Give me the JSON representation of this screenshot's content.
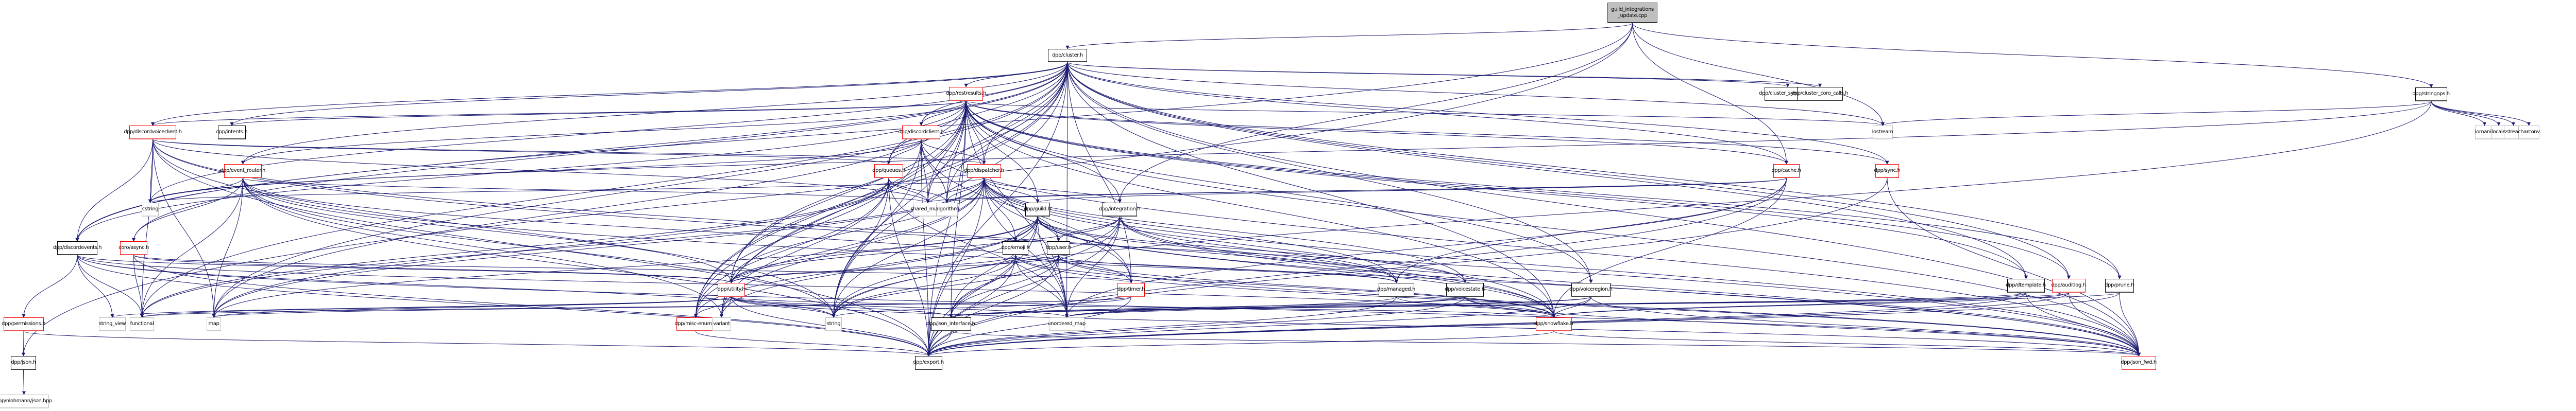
{
  "title": "guild_integrations_update.cpp include dependency graph",
  "colors": {
    "edge": "#191970",
    "root_fill": "#bfbfbf",
    "truncated_border": "#ff0000",
    "external_border": "#bfbfbf"
  },
  "nodes": {
    "root": {
      "label": "guild_integrations\n_update.cpp",
      "kind": "root"
    },
    "cluster": {
      "label": "dpp/cluster.h",
      "kind": "normal"
    },
    "stringops": {
      "label": "dpp/stringops.h",
      "kind": "normal"
    },
    "restresults": {
      "label": "dpp/restresults.h",
      "kind": "red"
    },
    "cluster_sync_calls": {
      "label": "dpp/cluster_sync_calls.h",
      "kind": "normal"
    },
    "cluster_coro_calls": {
      "label": "dpp/cluster_coro_calls.h",
      "kind": "normal"
    },
    "discordvoiceclient": {
      "label": "dpp/discordvoiceclient.h",
      "kind": "red"
    },
    "intents": {
      "label": "dpp/intents.h",
      "kind": "normal"
    },
    "discordclient": {
      "label": "dpp/discordclient.h",
      "kind": "red"
    },
    "iostream": {
      "label": "iostream",
      "kind": "ext"
    },
    "iomanip": {
      "label": "iomanip",
      "kind": "ext"
    },
    "locale": {
      "label": "locale",
      "kind": "ext"
    },
    "sstream": {
      "label": "sstream",
      "kind": "ext"
    },
    "charconv": {
      "label": "charconv",
      "kind": "ext"
    },
    "event_router": {
      "label": "dpp/event_router.h",
      "kind": "red"
    },
    "queues": {
      "label": "dpp/queues.h",
      "kind": "red"
    },
    "dispatcher": {
      "label": "dpp/dispatcher.h",
      "kind": "red"
    },
    "cache": {
      "label": "dpp/cache.h",
      "kind": "red"
    },
    "sync": {
      "label": "dpp/sync.h",
      "kind": "red"
    },
    "cstring": {
      "label": "cstring",
      "kind": "ext"
    },
    "shared_mutex": {
      "label": "shared_mutex",
      "kind": "ext"
    },
    "algorithm": {
      "label": "algorithm",
      "kind": "ext"
    },
    "guild": {
      "label": "dpp/guild.h",
      "kind": "normal"
    },
    "integration": {
      "label": "dpp/integration.h",
      "kind": "normal"
    },
    "discordevents": {
      "label": "dpp/discordevents.h",
      "kind": "normal"
    },
    "async": {
      "label": "coro/async.h",
      "kind": "red"
    },
    "emoji": {
      "label": "dpp/emoji.h",
      "kind": "normal"
    },
    "user": {
      "label": "dpp/user.h",
      "kind": "normal"
    },
    "timer": {
      "label": "dpp/timer.h",
      "kind": "red"
    },
    "utility": {
      "label": "dpp/utility.h",
      "kind": "red"
    },
    "managed": {
      "label": "dpp/managed.h",
      "kind": "normal"
    },
    "voicestate": {
      "label": "dpp/voicestate.h",
      "kind": "normal"
    },
    "voiceregion": {
      "label": "dpp/voiceregion.h",
      "kind": "normal"
    },
    "dtemplate": {
      "label": "dpp/dtemplate.h",
      "kind": "normal"
    },
    "auditlog": {
      "label": "dpp/auditlog.h",
      "kind": "red"
    },
    "prune": {
      "label": "dpp/prune.h",
      "kind": "normal"
    },
    "permissions": {
      "label": "dpp/permissions.h",
      "kind": "red"
    },
    "string_view": {
      "label": "string_view",
      "kind": "ext"
    },
    "functional": {
      "label": "functional",
      "kind": "ext"
    },
    "map": {
      "label": "map",
      "kind": "ext"
    },
    "misc_enum": {
      "label": "dpp/misc-enum.h",
      "kind": "red"
    },
    "variant": {
      "label": "variant",
      "kind": "ext"
    },
    "string": {
      "label": "string",
      "kind": "ext"
    },
    "json_interface": {
      "label": "dpp/json_interface.h",
      "kind": "normal"
    },
    "unordered_map": {
      "label": "unordered_map",
      "kind": "ext"
    },
    "snowflake": {
      "label": "dpp/snowflake.h",
      "kind": "red"
    },
    "json": {
      "label": "dpp/json.h",
      "kind": "normal"
    },
    "export": {
      "label": "dpp/export.h",
      "kind": "normal"
    },
    "json_fwd": {
      "label": "dpp/json_fwd.h",
      "kind": "red"
    },
    "nlohmann": {
      "label": "dpp/nlohmann/json.hpp",
      "kind": "ext"
    }
  },
  "edges": [
    [
      "root",
      "cluster"
    ],
    [
      "root",
      "stringops"
    ],
    [
      "root",
      "discordevents"
    ],
    [
      "root",
      "json"
    ],
    [
      "root",
      "integration"
    ],
    [
      "root",
      "cache"
    ],
    [
      "root",
      "iostream"
    ],
    [
      "cluster",
      "restresults"
    ],
    [
      "cluster",
      "cluster_sync_calls"
    ],
    [
      "cluster",
      "cluster_coro_calls"
    ],
    [
      "cluster",
      "discordvoiceclient"
    ],
    [
      "cluster",
      "intents"
    ],
    [
      "cluster",
      "discordclient"
    ],
    [
      "cluster",
      "iostream"
    ],
    [
      "cluster",
      "event_router"
    ],
    [
      "cluster",
      "queues"
    ],
    [
      "cluster",
      "dispatcher"
    ],
    [
      "cluster",
      "cache"
    ],
    [
      "cluster",
      "sync"
    ],
    [
      "cluster",
      "cstring"
    ],
    [
      "cluster",
      "shared_mutex"
    ],
    [
      "cluster",
      "algorithm"
    ],
    [
      "cluster",
      "timer"
    ],
    [
      "cluster",
      "utility"
    ],
    [
      "cluster",
      "json_fwd"
    ],
    [
      "cluster",
      "export"
    ],
    [
      "cluster",
      "snowflake"
    ],
    [
      "cluster",
      "misc_enum"
    ],
    [
      "cluster",
      "map"
    ],
    [
      "cluster",
      "functional"
    ],
    [
      "cluster",
      "string"
    ],
    [
      "cluster",
      "variant"
    ],
    [
      "cluster",
      "unordered_map"
    ],
    [
      "cluster",
      "async"
    ],
    [
      "cluster",
      "discordevents"
    ],
    [
      "cluster",
      "voiceregion"
    ],
    [
      "cluster",
      "dtemplate"
    ],
    [
      "cluster",
      "auditlog"
    ],
    [
      "cluster",
      "prune"
    ],
    [
      "stringops",
      "iostream"
    ],
    [
      "stringops",
      "iomanip"
    ],
    [
      "stringops",
      "locale"
    ],
    [
      "stringops",
      "sstream"
    ],
    [
      "stringops",
      "charconv"
    ],
    [
      "stringops",
      "string"
    ],
    [
      "stringops",
      "cstring"
    ],
    [
      "restresults",
      "discordclient"
    ],
    [
      "restresults",
      "queues"
    ],
    [
      "restresults",
      "dispatcher"
    ],
    [
      "restresults",
      "shared_mutex"
    ],
    [
      "restresults",
      "algorithm"
    ],
    [
      "restresults",
      "iostream"
    ],
    [
      "restresults",
      "cache"
    ],
    [
      "restresults",
      "guild"
    ],
    [
      "restresults",
      "integration"
    ],
    [
      "restresults",
      "voiceregion"
    ],
    [
      "restresults",
      "dtemplate"
    ],
    [
      "restresults",
      "auditlog"
    ],
    [
      "restresults",
      "prune"
    ],
    [
      "restresults",
      "sync"
    ],
    [
      "restresults",
      "export"
    ],
    [
      "restresults",
      "json_fwd"
    ],
    [
      "restresults",
      "snowflake"
    ],
    [
      "restresults",
      "json_interface"
    ],
    [
      "restresults",
      "misc_enum"
    ],
    [
      "restresults",
      "string"
    ],
    [
      "restresults",
      "map"
    ],
    [
      "restresults",
      "variant"
    ],
    [
      "restresults",
      "intents"
    ],
    [
      "restresults",
      "discordvoiceclient"
    ],
    [
      "restresults",
      "event_router"
    ],
    [
      "restresults",
      "discordevents"
    ],
    [
      "restresults",
      "utility"
    ],
    [
      "restresults",
      "unordered_map"
    ],
    [
      "discordvoiceclient",
      "cstring"
    ],
    [
      "discordvoiceclient",
      "discordevents"
    ],
    [
      "discordvoiceclient",
      "dispatcher"
    ],
    [
      "discordvoiceclient",
      "queues"
    ],
    [
      "discordvoiceclient",
      "export"
    ],
    [
      "discordvoiceclient",
      "json_fwd"
    ],
    [
      "discordvoiceclient",
      "map"
    ],
    [
      "discordvoiceclient",
      "functional"
    ],
    [
      "discordvoiceclient",
      "snowflake"
    ],
    [
      "discordvoiceclient",
      "shared_mutex"
    ],
    [
      "discordvoiceclient",
      "string"
    ],
    [
      "discordclient",
      "dispatcher"
    ],
    [
      "discordclient",
      "shared_mutex"
    ],
    [
      "discordclient",
      "cstring"
    ],
    [
      "discordclient",
      "algorithm"
    ],
    [
      "discordclient",
      "queues"
    ],
    [
      "discordclient",
      "json_fwd"
    ],
    [
      "discordclient",
      "export"
    ],
    [
      "discordclient",
      "string"
    ],
    [
      "discordclient",
      "timer"
    ],
    [
      "discordclient",
      "misc_enum"
    ],
    [
      "event_router",
      "cstring"
    ],
    [
      "event_router",
      "export"
    ],
    [
      "event_router",
      "string"
    ],
    [
      "event_router",
      "map"
    ],
    [
      "event_router",
      "variant"
    ],
    [
      "event_router",
      "utility"
    ],
    [
      "event_router",
      "json_fwd"
    ],
    [
      "event_router",
      "functional"
    ],
    [
      "event_router",
      "async"
    ],
    [
      "event_router",
      "timer"
    ],
    [
      "event_router",
      "shared_mutex"
    ],
    [
      "queues",
      "shared_mutex"
    ],
    [
      "queues",
      "algorithm"
    ],
    [
      "queues",
      "export"
    ],
    [
      "queues",
      "string"
    ],
    [
      "queues",
      "map"
    ],
    [
      "queues",
      "functional"
    ],
    [
      "queues",
      "unordered_map"
    ],
    [
      "queues",
      "variant"
    ],
    [
      "queues",
      "misc_enum"
    ],
    [
      "dispatcher",
      "guild"
    ],
    [
      "dispatcher",
      "emoji"
    ],
    [
      "dispatcher",
      "user"
    ],
    [
      "dispatcher",
      "integration"
    ],
    [
      "dispatcher",
      "algorithm"
    ],
    [
      "dispatcher",
      "shared_mutex"
    ],
    [
      "dispatcher",
      "export"
    ],
    [
      "dispatcher",
      "snowflake"
    ],
    [
      "dispatcher",
      "json_fwd"
    ],
    [
      "dispatcher",
      "string"
    ],
    [
      "dispatcher",
      "map"
    ],
    [
      "dispatcher",
      "variant"
    ],
    [
      "dispatcher",
      "functional"
    ],
    [
      "dispatcher",
      "cstring"
    ],
    [
      "dispatcher",
      "misc_enum"
    ],
    [
      "dispatcher",
      "utility"
    ],
    [
      "dispatcher",
      "unordered_map"
    ],
    [
      "dispatcher",
      "managed"
    ],
    [
      "dispatcher",
      "voicestate"
    ],
    [
      "dispatcher",
      "timer"
    ],
    [
      "cache",
      "managed"
    ],
    [
      "cache",
      "export"
    ],
    [
      "cache",
      "snowflake"
    ],
    [
      "cache",
      "unordered_map"
    ],
    [
      "cache",
      "shared_mutex"
    ],
    [
      "cache",
      "guild"
    ],
    [
      "cache",
      "algorithm"
    ],
    [
      "sync",
      "export"
    ],
    [
      "sync",
      "json_fwd"
    ],
    [
      "guild",
      "emoji"
    ],
    [
      "guild",
      "user"
    ],
    [
      "guild",
      "managed"
    ],
    [
      "guild",
      "voicestate"
    ],
    [
      "guild",
      "snowflake"
    ],
    [
      "guild",
      "export"
    ],
    [
      "guild",
      "json_fwd"
    ],
    [
      "guild",
      "json_interface"
    ],
    [
      "guild",
      "unordered_map"
    ],
    [
      "guild",
      "string"
    ],
    [
      "guild",
      "utility"
    ],
    [
      "guild",
      "misc_enum"
    ],
    [
      "guild",
      "map"
    ],
    [
      "guild",
      "variant"
    ],
    [
      "integration",
      "user"
    ],
    [
      "integration",
      "managed"
    ],
    [
      "integration",
      "snowflake"
    ],
    [
      "integration",
      "export"
    ],
    [
      "integration",
      "json_fwd"
    ],
    [
      "integration",
      "json_interface"
    ],
    [
      "integration",
      "unordered_map"
    ],
    [
      "integration",
      "string"
    ],
    [
      "integration",
      "utility"
    ],
    [
      "discordevents",
      "export"
    ],
    [
      "discordevents",
      "json_fwd"
    ],
    [
      "discordevents",
      "string"
    ],
    [
      "discordevents",
      "string_view"
    ],
    [
      "discordevents",
      "functional"
    ],
    [
      "discordevents",
      "utility"
    ],
    [
      "discordevents",
      "snowflake"
    ],
    [
      "async",
      "timer"
    ],
    [
      "async",
      "functional"
    ],
    [
      "async",
      "utility"
    ],
    [
      "async",
      "export"
    ],
    [
      "emoji",
      "managed"
    ],
    [
      "emoji",
      "snowflake"
    ],
    [
      "emoji",
      "export"
    ],
    [
      "emoji",
      "json_fwd"
    ],
    [
      "emoji",
      "json_interface"
    ],
    [
      "emoji",
      "string"
    ],
    [
      "emoji",
      "unordered_map"
    ],
    [
      "emoji",
      "utility"
    ],
    [
      "user",
      "managed"
    ],
    [
      "user",
      "snowflake"
    ],
    [
      "user",
      "export"
    ],
    [
      "user",
      "json_fwd"
    ],
    [
      "user",
      "json_interface"
    ],
    [
      "user",
      "unordered_map"
    ],
    [
      "user",
      "string"
    ],
    [
      "user",
      "utility"
    ],
    [
      "timer",
      "map"
    ],
    [
      "timer",
      "functional"
    ],
    [
      "timer",
      "export"
    ],
    [
      "timer",
      "string"
    ],
    [
      "utility",
      "misc_enum"
    ],
    [
      "utility",
      "variant"
    ],
    [
      "utility",
      "string"
    ],
    [
      "utility",
      "export"
    ],
    [
      "utility",
      "string_view"
    ],
    [
      "utility",
      "functional"
    ],
    [
      "utility",
      "map"
    ],
    [
      "utility",
      "snowflake"
    ],
    [
      "utility",
      "json_fwd"
    ],
    [
      "utility",
      "unordered_map"
    ],
    [
      "utility",
      "json_interface"
    ],
    [
      "managed",
      "export"
    ],
    [
      "managed",
      "snowflake"
    ],
    [
      "managed",
      "unordered_map"
    ],
    [
      "voicestate",
      "export"
    ],
    [
      "voicestate",
      "snowflake"
    ],
    [
      "voicestate",
      "json_fwd"
    ],
    [
      "voicestate",
      "json_interface"
    ],
    [
      "voicestate",
      "unordered_map"
    ],
    [
      "voiceregion",
      "export"
    ],
    [
      "voiceregion",
      "json_fwd"
    ],
    [
      "voiceregion",
      "json_interface"
    ],
    [
      "voiceregion",
      "unordered_map"
    ],
    [
      "voiceregion",
      "snowflake"
    ],
    [
      "dtemplate",
      "export"
    ],
    [
      "dtemplate",
      "json_fwd"
    ],
    [
      "dtemplate",
      "json_interface"
    ],
    [
      "dtemplate",
      "snowflake"
    ],
    [
      "auditlog",
      "export"
    ],
    [
      "auditlog",
      "json_fwd"
    ],
    [
      "auditlog",
      "json_interface"
    ],
    [
      "auditlog",
      "snowflake"
    ],
    [
      "prune",
      "export"
    ],
    [
      "prune",
      "json_fwd"
    ],
    [
      "prune",
      "json_interface"
    ],
    [
      "permissions",
      "json"
    ],
    [
      "permissions",
      "export"
    ],
    [
      "misc_enum",
      "export"
    ],
    [
      "json_interface",
      "export"
    ],
    [
      "json_interface",
      "json_fwd"
    ],
    [
      "snowflake",
      "export"
    ],
    [
      "snowflake",
      "json_fwd"
    ],
    [
      "json",
      "nlohmann"
    ],
    [
      "discordevents",
      "permissions"
    ]
  ]
}
